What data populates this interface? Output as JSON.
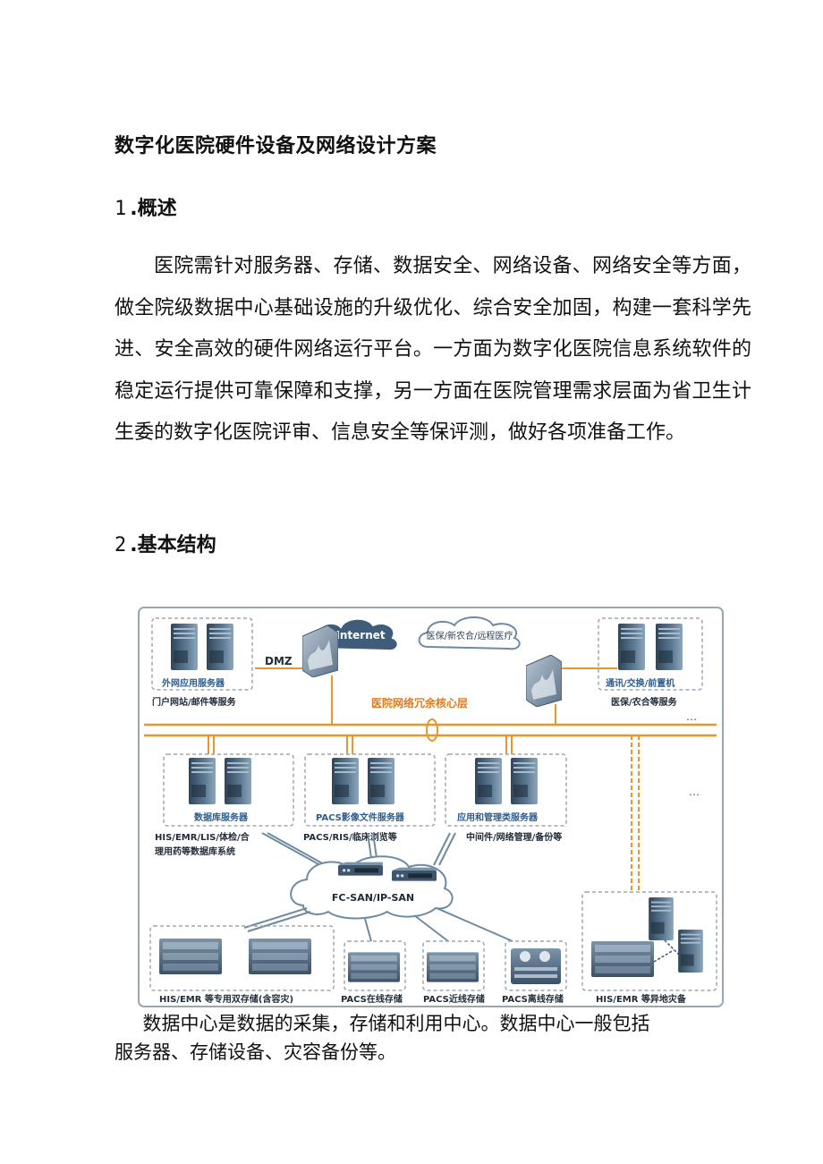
{
  "document": {
    "title": "数字化医院硬件设备及网络设计方案",
    "sections": [
      {
        "number": "1",
        "heading": ".概述",
        "paragraph": "医院需针对服务器、存储、数据安全、网络设备、网络安全等方面，做全院级数据中心基础设施的升级优化、综合安全加固，构建一套科学先进、安全高效的硬件网络运行平台。一方面为数字化医院信息系统软件的稳定运行提供可靠保障和支撑，另一方面在医院管理需求层面为省卫生计生委的数字化医院评审、信息安全等保评测，做好各项准备工作。"
      },
      {
        "number": "2",
        "heading": ".基本结构"
      }
    ],
    "caption": "数据中心是数据的采集，存储和利用中心。数据中心一般包括服务器、存储设备、灾容备份等。"
  },
  "diagram": {
    "cloud_internet": "Internet",
    "cloud_medical": "医保/新农合/远程医疗",
    "dmz": "DMZ",
    "core_layer": "医院网络冗余核心层",
    "ellipsis": "…",
    "external_servers": {
      "label": "外网应用服务器",
      "desc": "门户网站/邮件等服务"
    },
    "comm_servers": {
      "label": "通讯/交换/前置机",
      "desc": "医保/农合等服务"
    },
    "db_servers": {
      "label": "数据库服务器",
      "desc_line1": "HIS/EMR/LIS/体检/合",
      "desc_line2": "理用药等数据库系统"
    },
    "pacs_servers": {
      "label": "PACS影像文件服务器",
      "desc": "PACS/RIS/临床浏览等"
    },
    "app_servers": {
      "label": "应用和管理类服务器",
      "desc": "中间件/网络管理/备份等"
    },
    "san": "FC-SAN/IP-SAN",
    "storage": [
      {
        "label": "HIS/EMR 等专用双存储(含容灾)"
      },
      {
        "label": "PACS在线存储"
      },
      {
        "label": "PACS近线存储"
      },
      {
        "label": "PACS离线存储"
      },
      {
        "label": "HIS/EMR 等异地灾备"
      }
    ],
    "colors": {
      "frame": "#9aa7b3",
      "orange_line": "#e8962c",
      "accent_text": "#e07a1c",
      "label_blue": "#2f5d8a",
      "server_dark": "#3d566d",
      "server_light": "#6f8aa3"
    }
  }
}
